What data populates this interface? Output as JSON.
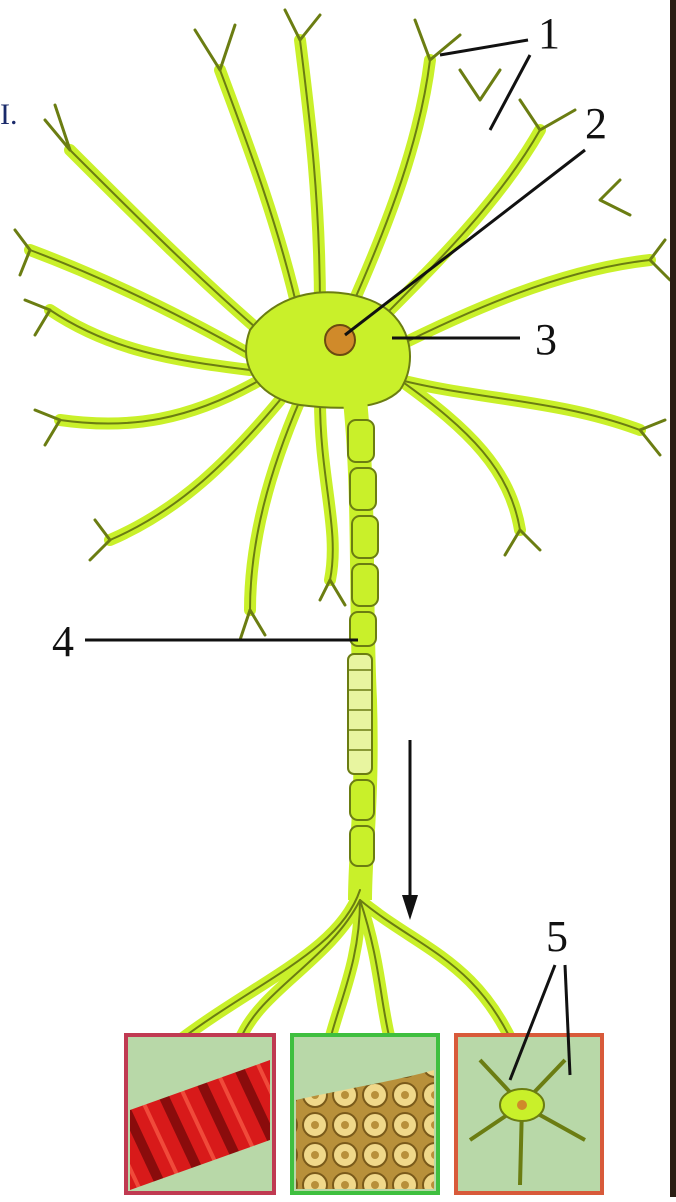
{
  "labels": {
    "dendrites": "1",
    "nucleus": "2",
    "cell_body": "3",
    "axon": "4",
    "nerve_endings": "5"
  },
  "corner_text": "I.",
  "colors": {
    "neuron_fill": "#c9f02a",
    "neuron_stroke": "#6b7d12",
    "nucleus": "#d08a2a",
    "muscle_box_border": "#c03a52",
    "gland_box_border": "#3fbf3f",
    "neuron_box_border": "#d85a3a"
  },
  "icons": [
    "downward-arrow-icon"
  ]
}
